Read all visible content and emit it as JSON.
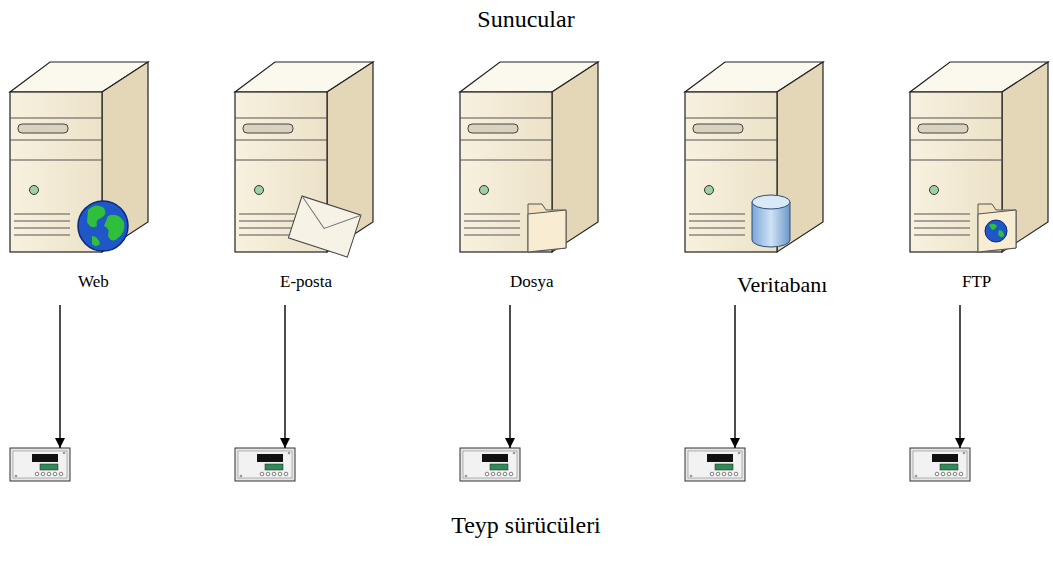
{
  "diagram": {
    "nodes": [
      {
        "text": [
          "Web"
        ]
      },
      {
        "text": [
          "E-posta"
        ]
      },
      {
        "text": [
          "Dosya"
        ]
      },
      {
        "text": [
          "Veritabanı"
        ]
      },
      {
        "text": [
          "FTP"
        ]
      },
      {
        "text": []
      },
      {
        "text": []
      },
      {
        "text": []
      },
      {
        "text": []
      },
      {
        "text": []
      }
    ],
    "edges": [
      {
        "from": 0,
        "to": 5,
        "arrow": "to"
      },
      {
        "from": 1,
        "to": 6,
        "arrow": "to"
      },
      {
        "from": 2,
        "to": 7,
        "arrow": "to"
      },
      {
        "from": 3,
        "to": 8,
        "arrow": "to"
      },
      {
        "from": 4,
        "to": 9,
        "arrow": "to"
      }
    ],
    "labels": [
      "Sunucular",
      "Teyp sürücüleri"
    ]
  }
}
